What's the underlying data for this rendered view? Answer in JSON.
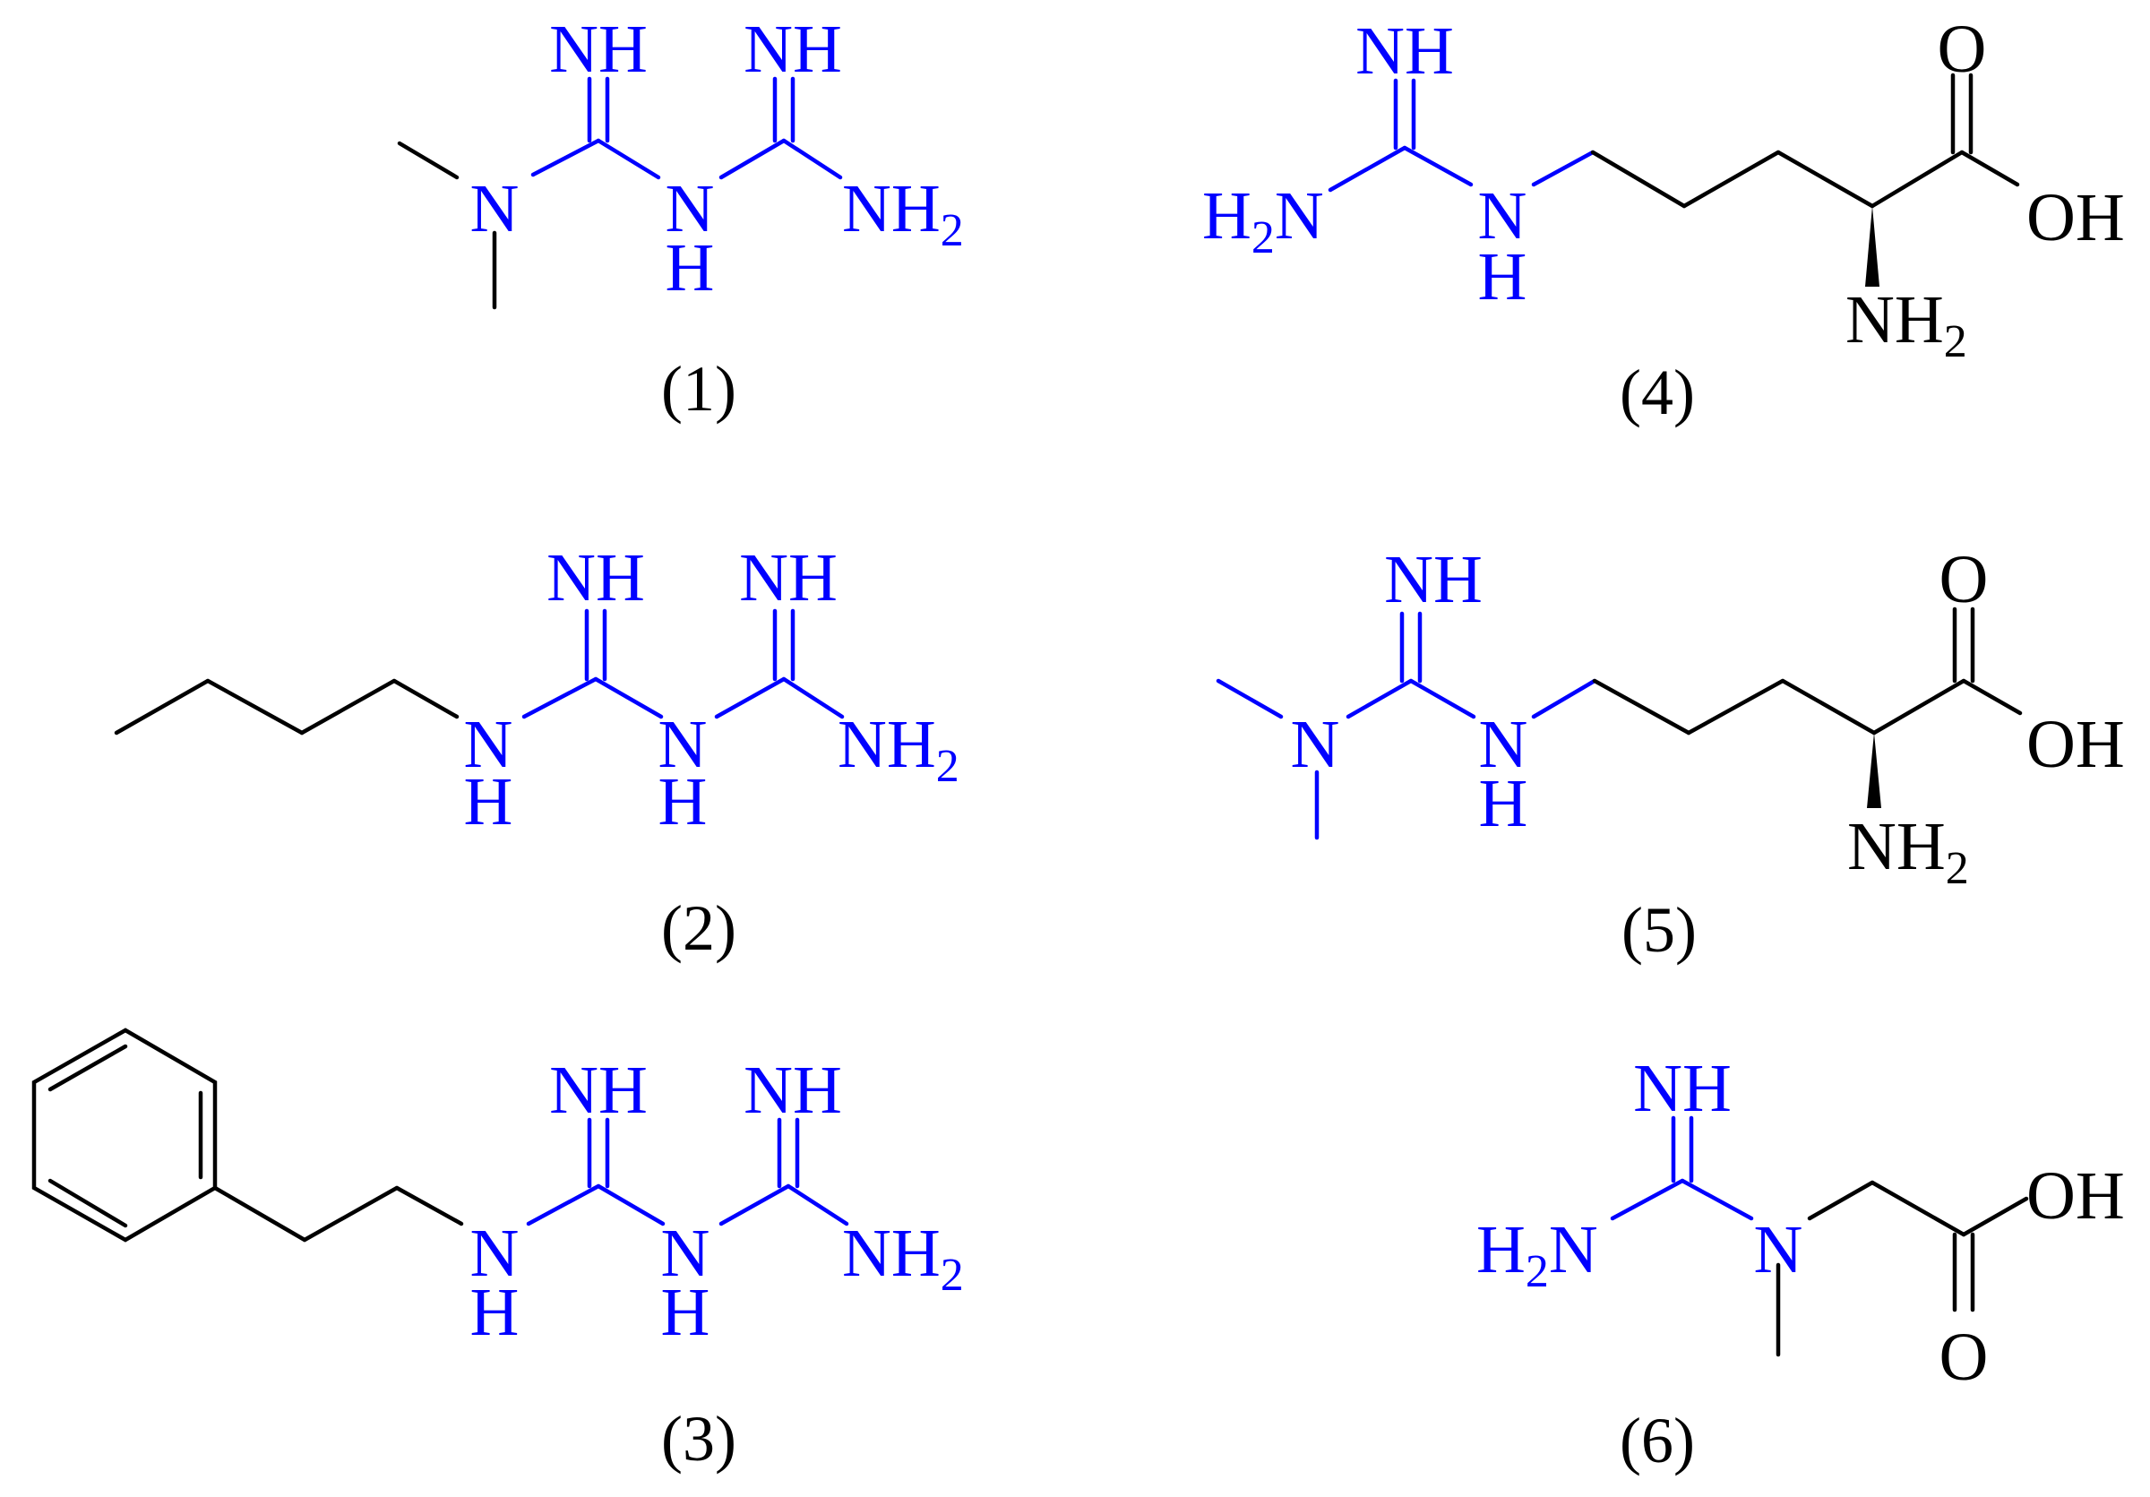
{
  "figure": {
    "colors": {
      "guanidine_group": "#0000ff",
      "carbon_skeleton": "#000000"
    },
    "compounds": [
      {
        "caption": "(1)",
        "atoms": {
          "nh_a": "NH",
          "nh_b": "NH",
          "n_amine": "N",
          "nh_bridge_n": "N",
          "nh_bridge_h": "H",
          "nh2": "NH",
          "nh2_sub": "2"
        }
      },
      {
        "caption": "(2)",
        "atoms": {
          "nh_a": "NH",
          "nh_b": "NH",
          "n1": "N",
          "h1": "H",
          "n2": "N",
          "h2": "H",
          "nh2": "NH",
          "nh2_sub": "2"
        }
      },
      {
        "caption": "(3)",
        "atoms": {
          "nh_a": "NH",
          "nh_b": "NH",
          "n1": "N",
          "h1": "H",
          "n2": "N",
          "h2": "H",
          "nh2": "NH",
          "nh2_sub": "2"
        }
      },
      {
        "caption": "(4)",
        "atoms": {
          "nh": "NH",
          "h2n_h": "H",
          "h2n_sub": "2",
          "h2n_n": "N",
          "n": "N",
          "h": "H",
          "o": "O",
          "oh": "OH",
          "nh2": "NH",
          "nh2_sub": "2"
        }
      },
      {
        "caption": "(5)",
        "atoms": {
          "nh": "NH",
          "n_dimethyl": "N",
          "n": "N",
          "h": "H",
          "o": "O",
          "oh": "OH",
          "nh2": "NH",
          "nh2_sub": "2"
        }
      },
      {
        "caption": "(6)",
        "atoms": {
          "nh": "NH",
          "h2n_h": "H",
          "h2n_sub": "2",
          "h2n_n": "N",
          "n": "N",
          "oh": "OH",
          "o": "O"
        }
      }
    ]
  }
}
